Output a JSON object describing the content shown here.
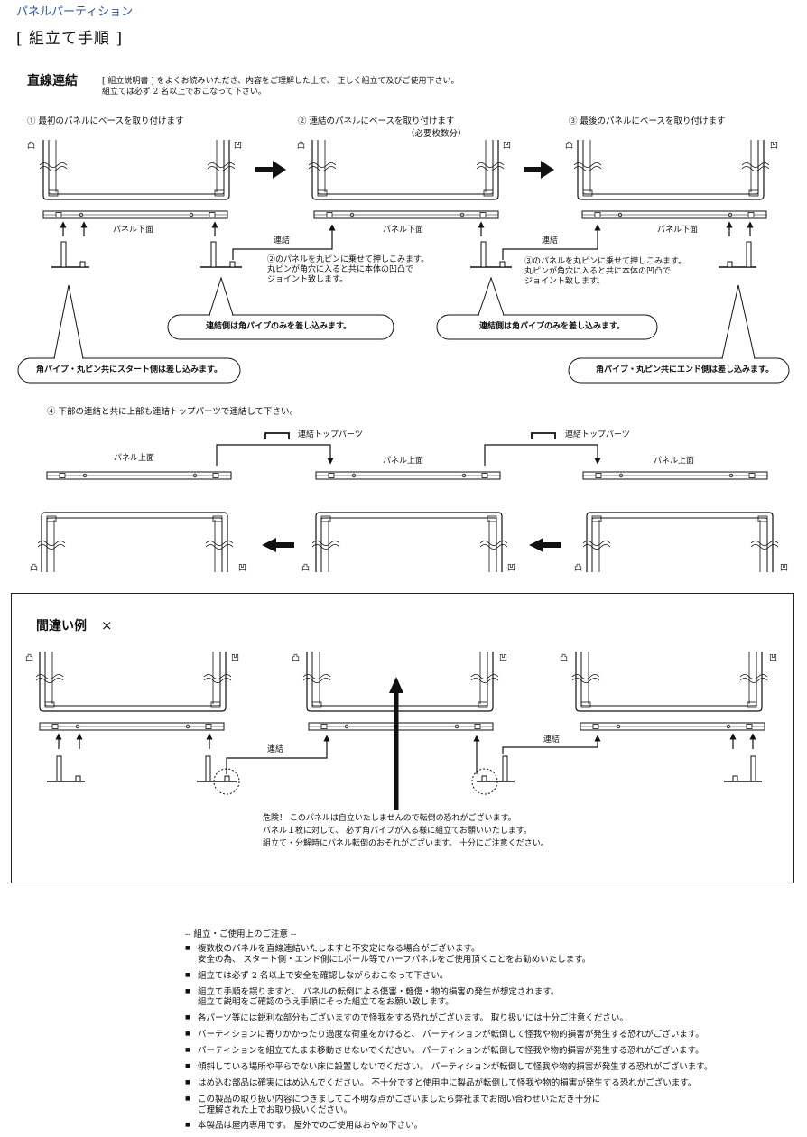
{
  "header": {
    "category": "パネルパーティション",
    "title": "[ 組立て手順 ]"
  },
  "section_straight": {
    "heading": "直線連結",
    "intro_line1": "[ 組立説明書 ] をよくお読みいただき、内容をご理解した上で、 正しく組立て及びご使用下さい。",
    "intro_line2": "組立ては必ず 2 名以上でおこなって下さい。"
  },
  "steps": {
    "step1": "① 最初のパネルにベースを取り付けます",
    "step2": "② 連結のパネルにベースを取り付けます",
    "step2_sub": "（必要枚数分）",
    "step3": "③ 最後のパネルにベースを取り付けます",
    "step4": "④ 下部の連結と共に上部も連結トップパーツで連結して下さい。"
  },
  "labels": {
    "panel_bottom": "パネル下面",
    "panel_top": "パネル上面",
    "connect": "連結",
    "top_parts": "連結トップパーツ",
    "convex": "凸",
    "concave": "凹",
    "note2_line1": "②のパネルを丸ピンに乗せて押しこみます。",
    "note2_line2": "丸ピンが角穴に入ると共に本体の凹凸で",
    "note2_line3": "ジョイント致します。",
    "note3_line1": "③のパネルを丸ピンに乗せて押しこみます。",
    "note3_line2": "丸ピンが角穴に入ると共に本体の凹凸で",
    "note3_line3": "ジョイント致します。",
    "callout_start": "角パイプ・丸ピン共にスタート側は差し込みます。",
    "callout_connect1": "連結側は角パイプのみを差し込みます。",
    "callout_connect2": "連結側は角パイプのみを差し込みます。",
    "callout_end": "角パイプ・丸ピン共にエンド側は差し込みます。"
  },
  "wrong_example": {
    "heading": "間違い例",
    "mark": "×",
    "danger_line1": "危険！ このパネルは自立いたしませんので転倒の恐れがございます。",
    "danger_line2": "パネル１枚に対して、 必ず角パイプが入る様に組立てお願いいたします。",
    "danger_line3": "組立て・分解時にパネル転倒のおそれがございます。 十分にご注意ください。"
  },
  "notes": {
    "heading": "-- 組立・ご使用上のご注意 --",
    "items": [
      "複数枚のパネルを直線連結いたしますと不安定になる場合がございます。\n安全の為、 スタート側・エンド側にLポール等でハーフパネルをご使用頂くことをお勧めいたします。",
      "組立ては必ず 2 名以上で安全を確認しながらおこなって下さい。",
      "組立て手順を誤りますと、 パネルの転倒による傷害・軽傷・物的損害の発生が想定されます。\n組立て説明をご確認のうえ手順にそった組立てをお願い致します。",
      "各パーツ等には鋭利な部分もございますので怪我をする恐れがございます。 取り扱いには十分ご注意ください。",
      "パーティションに寄りかかったり過度な荷重をかけると、 パーティションが転倒して怪我や物的損害が発生する恐れがございます。",
      "パーティションを組立てたまま移動させないでください。 パーティションが転倒して怪我や物的損害が発生する恐れがございます。",
      "傾斜している場所や平らでない床に設置しないでください。 パーティションが転倒して怪我や物的損害が発生する恐れがございます。",
      "はめ込む部品は確実にはめ込んでください。 不十分ですと使用中に製品が転倒して怪我や物的損害が発生する恐れがございます。",
      "この製品の取り扱い内容につきましてご不明な点がございましたら弊社までお問い合わせいただき十分に\nご理解された上でお取り扱いください。",
      "本製品は屋内専用です。 屋外でのご使用はおやめ下さい。"
    ]
  }
}
